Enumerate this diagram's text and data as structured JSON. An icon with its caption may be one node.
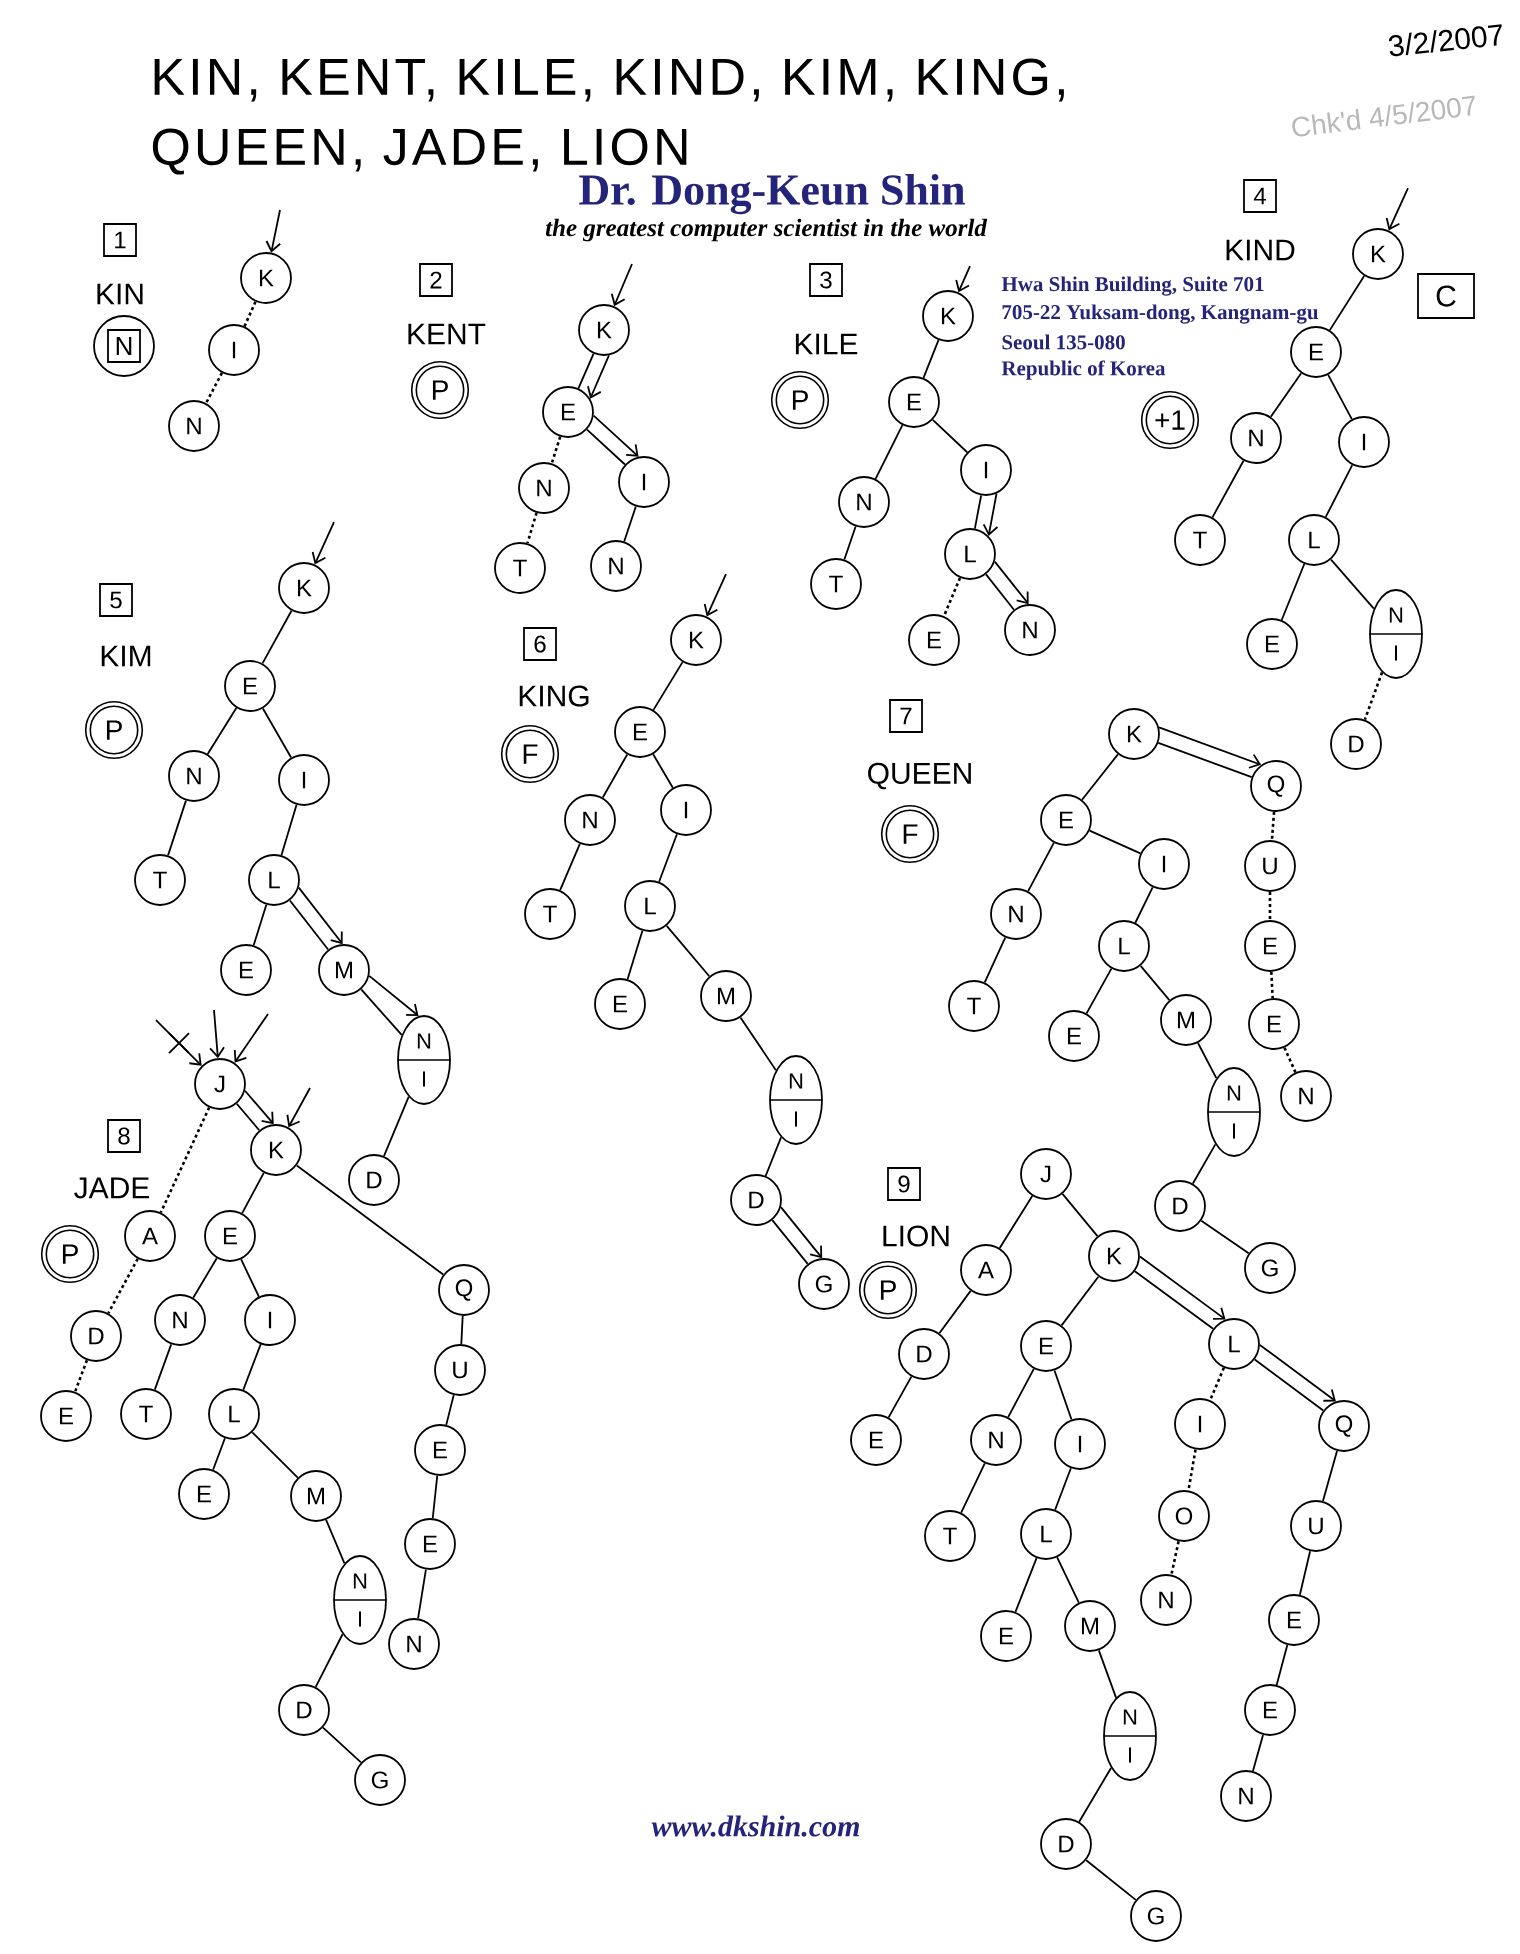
{
  "diagram": {
    "title": "KIN, KENT, KILE, KIND, KIM, KING, QUEEN, JADE, LION",
    "nodes": [
      {
        "text": [
          "1"
        ]
      },
      {
        "text": [
          "N"
        ]
      },
      {
        "text": [
          "K"
        ]
      },
      {
        "text": [
          "I"
        ]
      },
      {
        "text": [
          "N"
        ]
      },
      {
        "text": [
          "2"
        ]
      },
      {
        "text": [
          "P"
        ]
      },
      {
        "text": [
          "K"
        ]
      },
      {
        "text": [
          "E"
        ]
      },
      {
        "text": [
          "N"
        ]
      },
      {
        "text": [
          "T"
        ]
      },
      {
        "text": [
          "I"
        ]
      },
      {
        "text": [
          "N"
        ]
      },
      {
        "text": [
          "3"
        ]
      },
      {
        "text": [
          "P"
        ]
      },
      {
        "text": [
          "K"
        ]
      },
      {
        "text": [
          "E"
        ]
      },
      {
        "text": [
          "N"
        ]
      },
      {
        "text": [
          "T"
        ]
      },
      {
        "text": [
          "I"
        ]
      },
      {
        "text": [
          "L"
        ]
      },
      {
        "text": [
          "E"
        ]
      },
      {
        "text": [
          "N"
        ]
      },
      {
        "text": [
          "+1"
        ]
      },
      {
        "text": [
          "4"
        ]
      },
      {
        "text": [
          "K"
        ]
      },
      {
        "text": [
          "C"
        ]
      },
      {
        "text": [
          "E"
        ]
      },
      {
        "text": [
          "N"
        ]
      },
      {
        "text": [
          "I"
        ]
      },
      {
        "text": [
          "T"
        ]
      },
      {
        "text": [
          "L"
        ]
      },
      {
        "text": [
          "E"
        ]
      },
      {
        "text": [
          "N",
          "I"
        ]
      },
      {
        "text": [
          "D"
        ]
      },
      {
        "text": [
          "5"
        ]
      },
      {
        "text": [
          "P"
        ]
      },
      {
        "text": [
          "K"
        ]
      },
      {
        "text": [
          "E"
        ]
      },
      {
        "text": [
          "N"
        ]
      },
      {
        "text": [
          "T"
        ]
      },
      {
        "text": [
          "I"
        ]
      },
      {
        "text": [
          "L"
        ]
      },
      {
        "text": [
          "E"
        ]
      },
      {
        "text": [
          "M"
        ]
      },
      {
        "text": [
          "N",
          "I"
        ]
      },
      {
        "text": [
          "D"
        ]
      },
      {
        "text": [
          "6"
        ]
      },
      {
        "text": [
          "F"
        ]
      },
      {
        "text": [
          "K"
        ]
      },
      {
        "text": [
          "E"
        ]
      },
      {
        "text": [
          "N"
        ]
      },
      {
        "text": [
          "T"
        ]
      },
      {
        "text": [
          "I"
        ]
      },
      {
        "text": [
          "L"
        ]
      },
      {
        "text": [
          "E"
        ]
      },
      {
        "text": [
          "M"
        ]
      },
      {
        "text": [
          "N",
          "I"
        ]
      },
      {
        "text": [
          "D"
        ]
      },
      {
        "text": [
          "G"
        ]
      },
      {
        "text": [
          "7"
        ]
      },
      {
        "text": [
          "F"
        ]
      },
      {
        "text": [
          "K"
        ]
      },
      {
        "text": [
          "E"
        ]
      },
      {
        "text": [
          "N"
        ]
      },
      {
        "text": [
          "T"
        ]
      },
      {
        "text": [
          "I"
        ]
      },
      {
        "text": [
          "L"
        ]
      },
      {
        "text": [
          "E"
        ]
      },
      {
        "text": [
          "M"
        ]
      },
      {
        "text": [
          "N",
          "I"
        ]
      },
      {
        "text": [
          "D"
        ]
      },
      {
        "text": [
          "G"
        ]
      },
      {
        "text": [
          "Q"
        ]
      },
      {
        "text": [
          "U"
        ]
      },
      {
        "text": [
          "E"
        ]
      },
      {
        "text": [
          "E"
        ]
      },
      {
        "text": [
          "N"
        ]
      },
      {
        "text": [
          "J"
        ]
      },
      {
        "text": [
          "8"
        ]
      },
      {
        "text": [
          "K"
        ]
      },
      {
        "text": [
          "P"
        ]
      },
      {
        "text": [
          "A"
        ]
      },
      {
        "text": [
          "D"
        ]
      },
      {
        "text": [
          "E"
        ]
      },
      {
        "text": [
          "E"
        ]
      },
      {
        "text": [
          "N"
        ]
      },
      {
        "text": [
          "T"
        ]
      },
      {
        "text": [
          "I"
        ]
      },
      {
        "text": [
          "L"
        ]
      },
      {
        "text": [
          "E"
        ]
      },
      {
        "text": [
          "M"
        ]
      },
      {
        "text": [
          "N",
          "I"
        ]
      },
      {
        "text": [
          "D"
        ]
      },
      {
        "text": [
          "G"
        ]
      },
      {
        "text": [
          "Q"
        ]
      },
      {
        "text": [
          "U"
        ]
      },
      {
        "text": [
          "E"
        ]
      },
      {
        "text": [
          "E"
        ]
      },
      {
        "text": [
          "N"
        ]
      },
      {
        "text": [
          "9"
        ]
      },
      {
        "text": [
          "P"
        ]
      },
      {
        "text": [
          "J"
        ]
      },
      {
        "text": [
          "A"
        ]
      },
      {
        "text": [
          "D"
        ]
      },
      {
        "text": [
          "E"
        ]
      },
      {
        "text": [
          "K"
        ]
      },
      {
        "text": [
          "E"
        ]
      },
      {
        "text": [
          "N"
        ]
      },
      {
        "text": [
          "T"
        ]
      },
      {
        "text": [
          "I"
        ]
      },
      {
        "text": [
          "L"
        ]
      },
      {
        "text": [
          "E"
        ]
      },
      {
        "text": [
          "M"
        ]
      },
      {
        "text": [
          "N",
          "I"
        ]
      },
      {
        "text": [
          "D"
        ]
      },
      {
        "text": [
          "G"
        ]
      },
      {
        "text": [
          "L"
        ]
      },
      {
        "text": [
          "I"
        ]
      },
      {
        "text": [
          "O"
        ]
      },
      {
        "text": [
          "N"
        ]
      },
      {
        "text": [
          "Q"
        ]
      },
      {
        "text": [
          "U"
        ]
      },
      {
        "text": [
          "E"
        ]
      },
      {
        "text": [
          "E"
        ]
      },
      {
        "text": [
          "N"
        ]
      }
    ],
    "edges": [
      {
        "from": null,
        "to": 2,
        "arrow": "to"
      },
      {
        "from": 2,
        "to": 3,
        "arrow": "none",
        "style": "dashed"
      },
      {
        "from": 3,
        "to": 4,
        "arrow": "none",
        "style": "dashed"
      },
      {
        "from": null,
        "to": 7,
        "arrow": "to"
      },
      {
        "from": 7,
        "to": 8,
        "arrow": "none"
      },
      {
        "from": 7,
        "to": 8,
        "arrow": "to"
      },
      {
        "from": 8,
        "to": 9,
        "arrow": "none",
        "style": "dashed"
      },
      {
        "from": 9,
        "to": 10,
        "arrow": "none",
        "style": "dashed"
      },
      {
        "from": 8,
        "to": 11,
        "arrow": "none"
      },
      {
        "from": 8,
        "to": 11,
        "arrow": "to"
      },
      {
        "from": 11,
        "to": 12,
        "arrow": "none"
      },
      {
        "from": null,
        "to": 15,
        "arrow": "to"
      },
      {
        "from": 15,
        "to": 16,
        "arrow": "none"
      },
      {
        "from": 16,
        "to": 17,
        "arrow": "none"
      },
      {
        "from": 17,
        "to": 18,
        "arrow": "none"
      },
      {
        "from": 16,
        "to": 19,
        "arrow": "none"
      },
      {
        "from": 19,
        "to": 20,
        "arrow": "none"
      },
      {
        "from": 19,
        "to": 20,
        "arrow": "to"
      },
      {
        "from": 20,
        "to": 21,
        "arrow": "none",
        "style": "dashed"
      },
      {
        "from": 20,
        "to": 22,
        "arrow": "none"
      },
      {
        "from": 20,
        "to": 22,
        "arrow": "to"
      },
      {
        "from": null,
        "to": 25,
        "arrow": "to"
      },
      {
        "from": 25,
        "to": 27,
        "arrow": "none"
      },
      {
        "from": 27,
        "to": 28,
        "arrow": "none"
      },
      {
        "from": 28,
        "to": 30,
        "arrow": "none"
      },
      {
        "from": 27,
        "to": 29,
        "arrow": "none"
      },
      {
        "from": 29,
        "to": 31,
        "arrow": "none"
      },
      {
        "from": 31,
        "to": 32,
        "arrow": "none"
      },
      {
        "from": 31,
        "to": 33,
        "arrow": "none"
      },
      {
        "from": 33,
        "to": 34,
        "arrow": "none",
        "style": "dashed"
      },
      {
        "from": null,
        "to": 37,
        "arrow": "to"
      },
      {
        "from": 37,
        "to": 38,
        "arrow": "none"
      },
      {
        "from": 38,
        "to": 39,
        "arrow": "none"
      },
      {
        "from": 39,
        "to": 40,
        "arrow": "none"
      },
      {
        "from": 38,
        "to": 41,
        "arrow": "none"
      },
      {
        "from": 41,
        "to": 42,
        "arrow": "none"
      },
      {
        "from": 42,
        "to": 43,
        "arrow": "none"
      },
      {
        "from": 42,
        "to": 44,
        "arrow": "none"
      },
      {
        "from": 42,
        "to": 44,
        "arrow": "to"
      },
      {
        "from": 44,
        "to": 45,
        "arrow": "none"
      },
      {
        "from": 44,
        "to": 45,
        "arrow": "to"
      },
      {
        "from": 45,
        "to": 46,
        "arrow": "none"
      },
      {
        "from": null,
        "to": 49,
        "arrow": "to"
      },
      {
        "from": 49,
        "to": 50,
        "arrow": "none"
      },
      {
        "from": 50,
        "to": 51,
        "arrow": "none"
      },
      {
        "from": 51,
        "to": 52,
        "arrow": "none"
      },
      {
        "from": 50,
        "to": 53,
        "arrow": "none"
      },
      {
        "from": 53,
        "to": 54,
        "arrow": "none"
      },
      {
        "from": 54,
        "to": 55,
        "arrow": "none"
      },
      {
        "from": 54,
        "to": 56,
        "arrow": "none"
      },
      {
        "from": 56,
        "to": 57,
        "arrow": "none"
      },
      {
        "from": 57,
        "to": 58,
        "arrow": "none"
      },
      {
        "from": 58,
        "to": 59,
        "arrow": "none"
      },
      {
        "from": 58,
        "to": 59,
        "arrow": "to"
      },
      {
        "from": 62,
        "to": 63,
        "arrow": "none"
      },
      {
        "from": 63,
        "to": 64,
        "arrow": "none"
      },
      {
        "from": 64,
        "to": 65,
        "arrow": "none"
      },
      {
        "from": 63,
        "to": 66,
        "arrow": "none"
      },
      {
        "from": 66,
        "to": 67,
        "arrow": "none"
      },
      {
        "from": 67,
        "to": 68,
        "arrow": "none"
      },
      {
        "from": 67,
        "to": 69,
        "arrow": "none"
      },
      {
        "from": 69,
        "to": 70,
        "arrow": "none"
      },
      {
        "from": 70,
        "to": 71,
        "arrow": "none"
      },
      {
        "from": 71,
        "to": 72,
        "arrow": "none"
      },
      {
        "from": 62,
        "to": 73,
        "arrow": "none"
      },
      {
        "from": 62,
        "to": 73,
        "arrow": "to"
      },
      {
        "from": 73,
        "to": 74,
        "arrow": "none",
        "style": "dashed"
      },
      {
        "from": 74,
        "to": 75,
        "arrow": "none",
        "style": "dashed"
      },
      {
        "from": 75,
        "to": 76,
        "arrow": "none",
        "style": "dashed"
      },
      {
        "from": 76,
        "to": 77,
        "arrow": "none",
        "style": "dashed"
      },
      {
        "from": null,
        "to": 78,
        "arrow": "to"
      },
      {
        "from": null,
        "to": 78,
        "arrow": "to"
      },
      {
        "from": null,
        "to": 78,
        "arrow": "to"
      },
      {
        "from": null,
        "to": 80,
        "arrow": "to"
      },
      {
        "from": 78,
        "to": 82,
        "arrow": "none",
        "style": "dashed"
      },
      {
        "from": 82,
        "to": 83,
        "arrow": "none",
        "style": "dashed"
      },
      {
        "from": 83,
        "to": 84,
        "arrow": "none",
        "style": "dashed"
      },
      {
        "from": 78,
        "to": 80,
        "arrow": "none"
      },
      {
        "from": 78,
        "to": 80,
        "arrow": "to"
      },
      {
        "from": 80,
        "to": 85,
        "arrow": "none"
      },
      {
        "from": 85,
        "to": 86,
        "arrow": "none"
      },
      {
        "from": 86,
        "to": 87,
        "arrow": "none"
      },
      {
        "from": 85,
        "to": 88,
        "arrow": "none"
      },
      {
        "from": 88,
        "to": 89,
        "arrow": "none"
      },
      {
        "from": 89,
        "to": 90,
        "arrow": "none"
      },
      {
        "from": 89,
        "to": 91,
        "arrow": "none"
      },
      {
        "from": 91,
        "to": 92,
        "arrow": "none"
      },
      {
        "from": 92,
        "to": 93,
        "arrow": "none"
      },
      {
        "from": 93,
        "to": 94,
        "arrow": "none"
      },
      {
        "from": 80,
        "to": 95,
        "arrow": "none"
      },
      {
        "from": 95,
        "to": 96,
        "arrow": "none"
      },
      {
        "from": 96,
        "to": 97,
        "arrow": "none"
      },
      {
        "from": 97,
        "to": 98,
        "arrow": "none"
      },
      {
        "from": 98,
        "to": 99,
        "arrow": "none"
      },
      {
        "from": 102,
        "to": 103,
        "arrow": "none"
      },
      {
        "from": 103,
        "to": 104,
        "arrow": "none"
      },
      {
        "from": 104,
        "to": 105,
        "arrow": "none"
      },
      {
        "from": 102,
        "to": 106,
        "arrow": "none"
      },
      {
        "from": 106,
        "to": 107,
        "arrow": "none"
      },
      {
        "from": 107,
        "to": 108,
        "arrow": "none"
      },
      {
        "from": 108,
        "to": 109,
        "arrow": "none"
      },
      {
        "from": 107,
        "to": 110,
        "arrow": "none"
      },
      {
        "from": 110,
        "to": 111,
        "arrow": "none"
      },
      {
        "from": 111,
        "to": 112,
        "arrow": "none"
      },
      {
        "from": 111,
        "to": 113,
        "arrow": "none"
      },
      {
        "from": 113,
        "to": 114,
        "arrow": "none"
      },
      {
        "from": 114,
        "to": 115,
        "arrow": "none"
      },
      {
        "from": 115,
        "to": 116,
        "arrow": "none"
      },
      {
        "from": 106,
        "to": 117,
        "arrow": "none"
      },
      {
        "from": 106,
        "to": 117,
        "arrow": "to"
      },
      {
        "from": 117,
        "to": 118,
        "arrow": "none",
        "style": "dashed"
      },
      {
        "from": 118,
        "to": 119,
        "arrow": "none",
        "style": "dashed"
      },
      {
        "from": 119,
        "to": 120,
        "arrow": "none",
        "style": "dashed"
      },
      {
        "from": 117,
        "to": 121,
        "arrow": "none"
      },
      {
        "from": 117,
        "to": 121,
        "arrow": "to"
      },
      {
        "from": 121,
        "to": 122,
        "arrow": "none"
      },
      {
        "from": 122,
        "to": 123,
        "arrow": "none"
      },
      {
        "from": 123,
        "to": 124,
        "arrow": "none"
      },
      {
        "from": 124,
        "to": 125,
        "arrow": "none"
      }
    ],
    "labels": [
      "3/2/2007",
      "Chk'd 4/5/2007",
      "Dr. Dong-Keun Shin",
      "the greatest computer scientist in the world",
      "KIND",
      "KIN",
      "Hwa Shin Building, Suite 701",
      "705-22 Yuksam-dong, Kangnam-gu",
      "KENT",
      "Seoul 135-080",
      "KILE",
      "Republic of Korea",
      "KIM",
      "KING",
      "QUEEN",
      "JADE",
      "LION",
      "www.dkshin.com"
    ]
  }
}
